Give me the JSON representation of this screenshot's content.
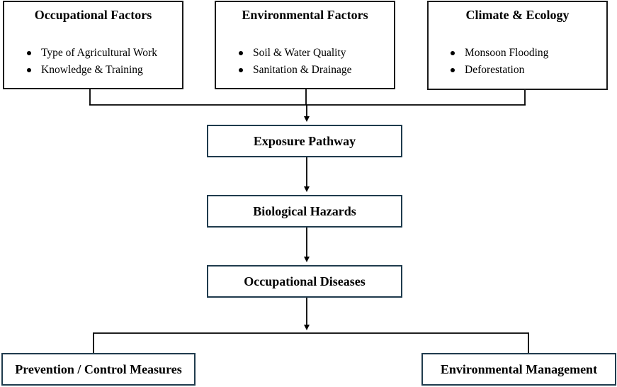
{
  "top_factors": [
    {
      "title": "Occupational Factors",
      "items": [
        "Type of Agricultural Work",
        "Knowledge & Training"
      ]
    },
    {
      "title": "Environmental Factors",
      "items": [
        "Soil & Water Quality",
        "Sanitation & Drainage"
      ]
    },
    {
      "title": "Climate & Ecology",
      "items": [
        "Monsoon Flooding",
        "Deforestation"
      ]
    }
  ],
  "flow": {
    "exposure": "Exposure Pathway",
    "hazards": "Biological Hazards",
    "diseases": "Occupational Diseases"
  },
  "outcomes": {
    "prevention": "Prevention / Control Measures",
    "environment": "Environmental Management"
  }
}
